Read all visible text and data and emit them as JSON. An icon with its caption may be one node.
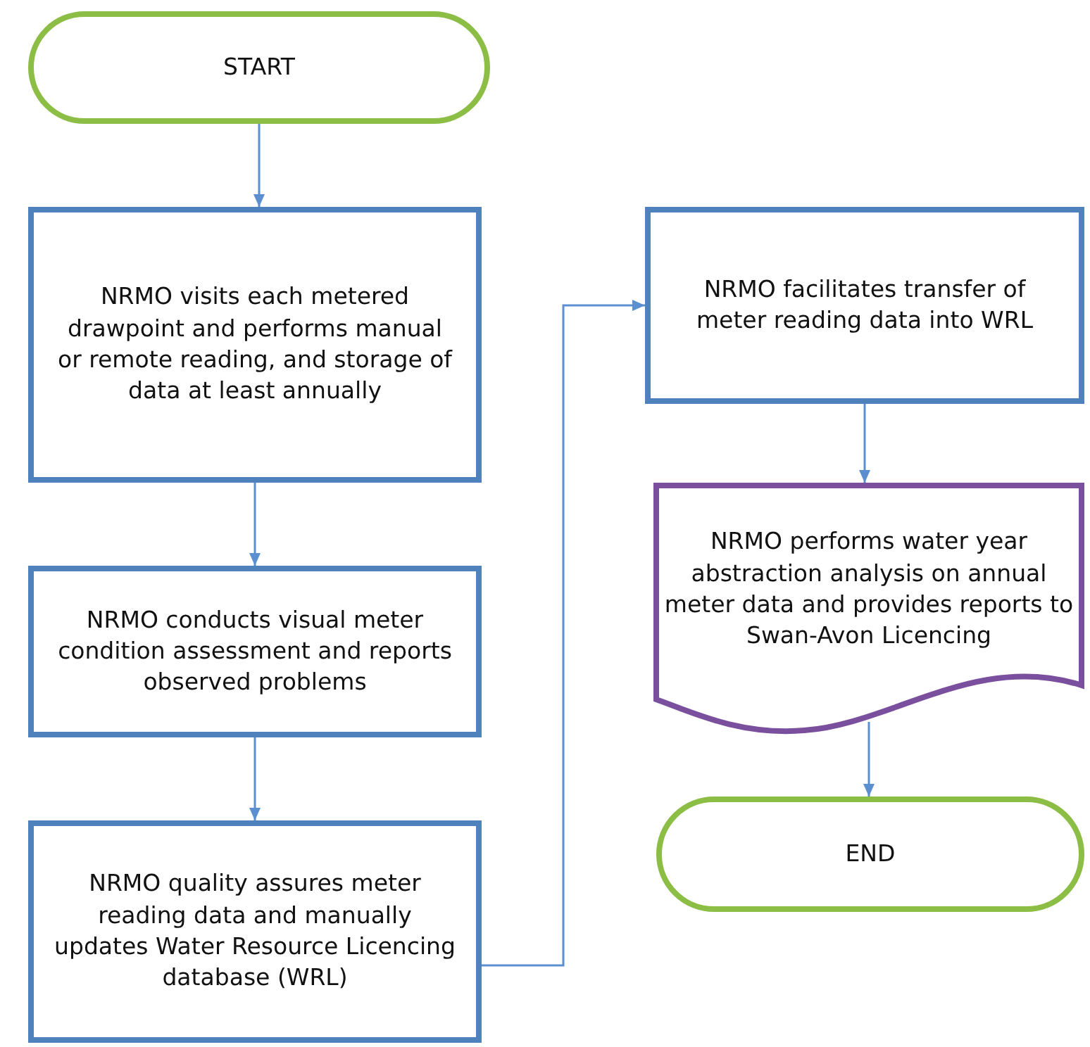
{
  "diagram": {
    "nodes": [
      {
        "text": [
          "START"
        ]
      },
      {
        "text": [
          "NRMO visits each metered drawpoint and performs manual or remote reading, and storage of data at least annually"
        ]
      },
      {
        "text": [
          "NRMO conducts visual meter condition assessment and reports observed problems"
        ]
      },
      {
        "text": [
          "NRMO quality assures meter reading data and manually updates Water Resource Licencing database (WRL)"
        ]
      },
      {
        "text": [
          "NRMO facilitates transfer of meter reading data into WRL"
        ]
      },
      {
        "text": [
          "NRMO performs water year abstraction analysis on annual meter data and provides reports to Swan-Avon Licencing"
        ]
      },
      {
        "text": [
          "END"
        ]
      }
    ],
    "edges": [
      {
        "from": 0,
        "to": 1,
        "arrow": "to"
      },
      {
        "from": 1,
        "to": 2,
        "arrow": "to"
      },
      {
        "from": 2,
        "to": 3,
        "arrow": "to"
      },
      {
        "from": 3,
        "to": 4,
        "arrow": "to"
      },
      {
        "from": 4,
        "to": 5,
        "arrow": "to"
      },
      {
        "from": 5,
        "to": 6,
        "arrow": "to"
      }
    ]
  }
}
